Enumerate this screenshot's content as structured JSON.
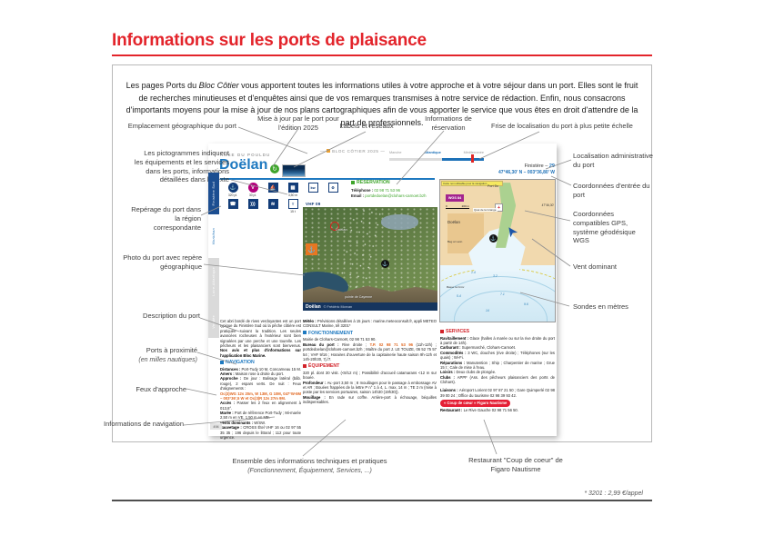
{
  "colors": {
    "accent_red": "#e3242b",
    "blue": "#1e79c0",
    "green": "#3fa52c",
    "orange": "#e0661f",
    "navy": "#16355e",
    "magenta": "#b3007c",
    "pill_red": "#e51f35",
    "map_land": "#f1d9ae",
    "map_sea": "#cfe8f4"
  },
  "header": {
    "title": "Informations sur les ports de plaisance"
  },
  "intro": {
    "lead": "Les pages Ports du ",
    "em": "Bloc Côtier",
    "rest": " vous apportent toutes les informations utiles à votre approche et à votre séjour dans un port. Elles sont le fruit de recherches minutieuses et d'enquêtes ainsi que de vos remarques transmises à notre service de rédaction. Enfin, nous consacrons d'importants moyens pour la mise à jour de nos plans cartographiques afin de vous apporter le service que vous êtes en droit d'attendre de la part de professionnels."
  },
  "annotations": {
    "emplacement": "Emplacement géographique du port",
    "pictogrammes": "Les pictogrammes indiquent les équipements et les services dans les ports, informations détaillées dans le texte",
    "reperage": "Repérage du port dans la région correspondante",
    "photo": "Photo du port avec repère géographique",
    "description": "Description du port",
    "ports": "Ports à proximité",
    "ports_sub": "(en milles nautiques)",
    "feux": "Feux d'approche",
    "navigation": "Informations de navigation",
    "maj": "Mise à jour par le port pour l'édition 2025",
    "labels_reseaux": "Labels et réseaux",
    "reservation": "Informations de réservation",
    "frise": "Frise de localisation du port à plus petite échelle",
    "localisation": "Localisation administrative du port",
    "entree": "Coordonnées d'entrée du port",
    "gps": "Coordonnées compatibles GPS, système géodésique WGS",
    "vent": "Vent dominant",
    "sondes": "Sondes en mètres",
    "ensemble": "Ensemble des informations techniques et pratiques",
    "ensemble_sub": "(Fonctionnement, Équipement, Services, ...)",
    "restaurant": "Restaurant \"Coup de coeur\" de Figaro Nautisme"
  },
  "guide": {
    "masthead": "BLOC CÔTIER 2025",
    "frieze": {
      "labels": [
        "Manche",
        "Atlantique",
        "Méditerranée"
      ]
    },
    "tabs": [
      "Finistère Sud",
      "Morbihan",
      "Loire-Atlantique",
      "Vendée"
    ],
    "anse": "ANSE DU POULDU",
    "port_name": "Doëlan",
    "department_label": "Finistère – ",
    "department_code": "29",
    "coords": "47°46,30' N – 003°36,80' W",
    "badge": "↻",
    "pictos": {
      "row1": [
        {
          "glyph": "⚓",
          "label": "320 pl."
        },
        {
          "glyph": "V",
          "label": "30 pl."
        },
        {
          "glyph": "⛵",
          "label": ""
        },
        {
          "glyph": "▦",
          "label": "3,50 m"
        },
        {
          "glyph": "kw",
          "label": ""
        },
        {
          "glyph": "⚙",
          "label": ""
        }
      ],
      "row2": [
        {
          "glyph": "☎",
          "label": ""
        },
        {
          "glyph": ")))",
          "label": ""
        },
        {
          "glyph": "≋",
          "label": ""
        },
        {
          "glyph": "T",
          "label": "15 t"
        },
        {
          "glyph": "VHF 09",
          "label": ""
        }
      ]
    },
    "reservation": {
      "title": "RÉSERVATION",
      "phone_label": "Téléphone :",
      "phone": "02 98 71 53 96",
      "email_label": "Email :",
      "email": "portdedoelan@clohars-carnoet.bzh"
    },
    "photo": {
      "place": "Doëlan",
      "point": "pointe de Cayenne",
      "caption": "Doëlan",
      "credit": "© Frédéric Morvan"
    },
    "map": {
      "warning": "Carte non utilisable pour la navigation",
      "datum": "WGS 84",
      "scale_start": "0",
      "scale_end": "200 m",
      "places": [
        "Port Du",
        "Doëlan",
        "Quai de la Grange",
        "Beg ar Lann",
        "Basse la Croix"
      ],
      "lat": "47°46,30'",
      "depths": [
        "1.4",
        "3.2",
        "5.4",
        "7.1",
        "9.6",
        "14"
      ]
    },
    "description": "Cet abri bordé de rives verdoyantes est un port typique du Finistère Sud où la pêche côtière est pratiquée suivant la tradition. Les seules avancées rocheuses à l'extérieur sont bien signalées par une perche et une tourelle. Les pêcheurs et les plaisanciers sont bienvenus. ",
    "description_bold": "Nos avis et plus d'informations sur l'application Bloc Marine.",
    "navigation": {
      "title": "NAVIGATION",
      "items": [
        {
          "label": "Distances : ",
          "text": "Port-Tudy 10 M, Concarneau 15 M."
        },
        {
          "label": "Amers : ",
          "text": "Maison rose à droite du port."
        },
        {
          "label": "Approche : ",
          "text": "De jour : Balisage latéral (bâb. rouge), 2 espars verts. De nuit : Feux d'alignements :"
        },
        {
          "label": "",
          "text": "Oc(3)WG 12s 20m, W 13M, G 10M, 047°W-5M – 003°36',5 W et Oc(3)R 12s 27m 9M."
        },
        {
          "label": "Accès : ",
          "text": "Passer les 2 feux en alignement à 013,8°."
        },
        {
          "label": "Marée : ",
          "text": "Port de référence Port-Tudy ; Mi-marée 2,50 m en VE, 1,50 m en ME."
        },
        {
          "label": "Vents dominants : ",
          "text": "W/SW."
        },
        {
          "label": "Sauvetage : ",
          "text": "CROSS Étel VHF 16 ou 02 97 55 35 35 ; 196 depuis le littoral ; 112 pour toute urgence."
        }
      ]
    },
    "meteo": {
      "label": "Météo : ",
      "text": "Prévisions détaillées à 15 jours : marine.meteoconsult.fr, appli METEO CONSULT Marine, tél 3201*"
    },
    "fonctionnement": {
      "title": "FONCTIONNEMENT",
      "line1": "Mairie de Clohars-Carnoët, 02 98 71 53 90.",
      "bureau_label": "Bureau du port : ",
      "bureau_pre": "Rive droite ; ",
      "bureau_hl": "T.P. 02 98 71 53 96",
      "bureau_post": " (11h-12h) ; portdedoelan@clohars-carnoet.bzh ; Maître du port J. LE TOUZE, 06 52 75 57 54 ; VHF 9/16 ; Horaires d'ouverture de la capitainerie haute saison 9h-12h et 14h-20h30, 7j./7."
    },
    "equipement": {
      "title": "ÉQUIPEMENT",
      "intro": "320 pl. dont 30 visit. (<8/12 m) ; Possibilité d'accueil catamarans <12 m sur bouée.",
      "items": [
        {
          "label": "Profondeur : ",
          "text": "Av.-port 3,50 m ; 8 mouillages pour le passage à embossage AV et AR ; Bouées frappées de la lettre P n° 1 à 4, L. max. 14 m ; TE 2 m (mise à poste par les services portuaires, saison 14h30 (19h30))."
        },
        {
          "label": "Mouillage : ",
          "text": "En rade sur coffre. Arrière-port à échouage, béquilles indispensables."
        }
      ]
    },
    "services": {
      "title": "SERVICES",
      "items": [
        {
          "label": "Ravitaillement : ",
          "text": "Glace (halles à marée ou sur la rive droite du port à partir de 14h)."
        },
        {
          "label": "Carburant : ",
          "text": "Supermarché, Clohars-Carnoët."
        },
        {
          "label": "Commodités : ",
          "text": "3 WC, douches (rive droite) ; Téléphones (sur les quais) ; Wi-Fi."
        },
        {
          "label": "Réparations : ",
          "text": "Manutention ; Ship ; Charpentier de marine ; Grue 15 t ; Cale de mise à l'eau."
        },
        {
          "label": "Loisirs : ",
          "text": "Deux clubs de plongée."
        },
        {
          "label": "Clubs : ",
          "text": "APPF (Ass. des pêcheurs plaisanciers des ports de Clohars)."
        }
      ],
      "liaisons_label": "Liaisons : ",
      "liaisons": "Aéroport Lorient 02 97 87 21 50 ; Gare Quimperlé 02 98 39 00 24 ; Office du tourisme 02 98 39 93 42.",
      "pill": "« Coup de cœur » Figaro Nautisme",
      "restaurant_label": "Restaurant : ",
      "restaurant": "Le Rive Gauche 02 98 71 56 50."
    },
    "page_number": "494"
  },
  "footer": {
    "footnote": "* 3201 : 2,99 €/appel"
  }
}
